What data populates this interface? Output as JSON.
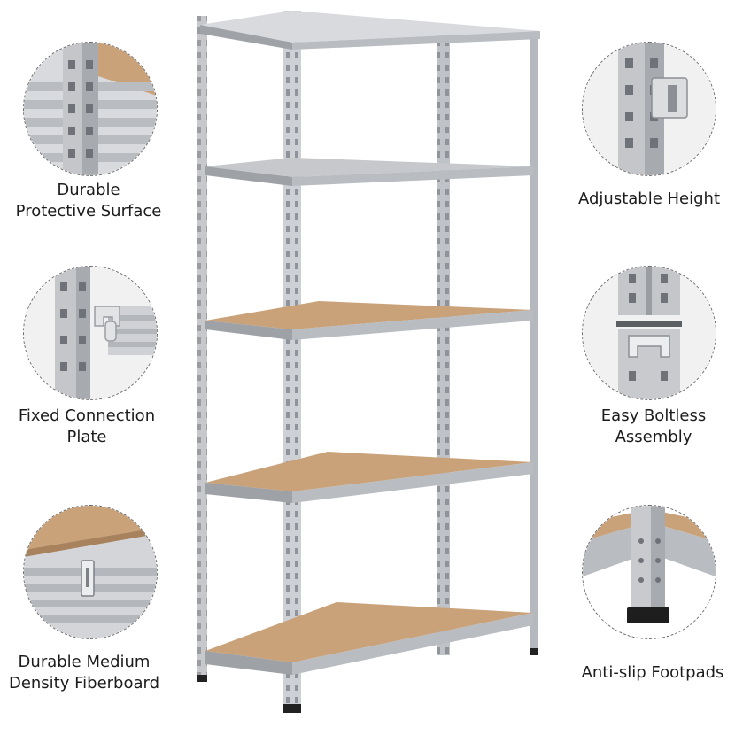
{
  "features_left": [
    {
      "id": "protective-surface",
      "lines": [
        "Durable",
        "Protective Surface"
      ],
      "icon": "surface-detail-icon"
    },
    {
      "id": "connection-plate",
      "lines": [
        "Fixed Connection",
        "Plate"
      ],
      "icon": "connection-plate-icon"
    },
    {
      "id": "fiberboard",
      "lines": [
        "Durable Medium",
        "Density Fiberboard"
      ],
      "icon": "fiberboard-icon"
    }
  ],
  "features_right": [
    {
      "id": "adjustable-height",
      "lines": [
        "Adjustable Height"
      ],
      "icon": "adjustable-height-icon"
    },
    {
      "id": "boltless-assembly",
      "lines": [
        "Easy Boltless",
        "Assembly"
      ],
      "icon": "boltless-assembly-icon"
    },
    {
      "id": "footpads",
      "lines": [
        "Anti-slip Footpads"
      ],
      "icon": "footpad-icon"
    }
  ],
  "product": {
    "image": "metal-shelving-unit-illustration",
    "shelf_count": 5
  },
  "colors": {
    "metal": "#c9cbcf",
    "metal_dark": "#8d9096",
    "board": "#c9a27a",
    "board_dark": "#a8825c",
    "outline": "#6c6c6c"
  }
}
